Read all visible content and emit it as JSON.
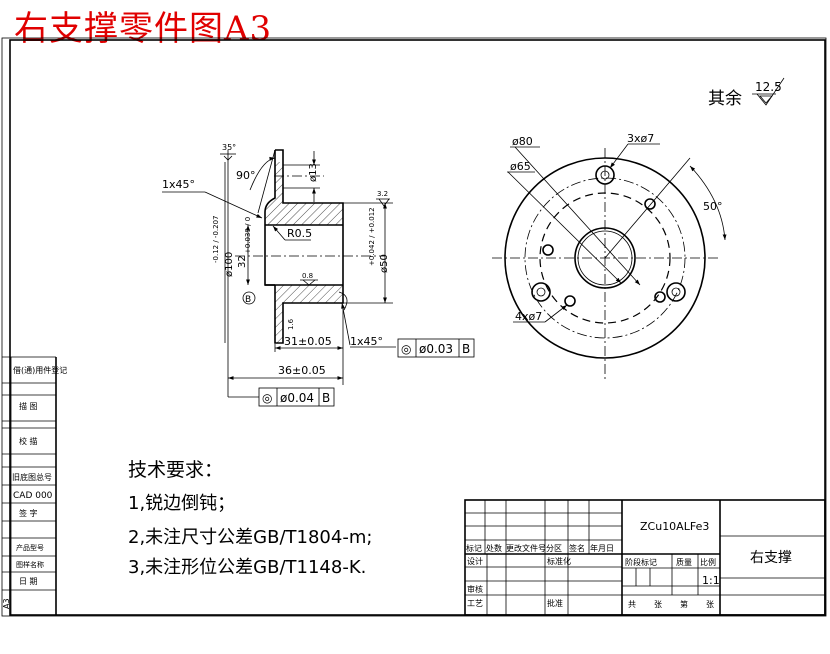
{
  "header": {
    "title": "右支撑零件图A3"
  },
  "drawing": {
    "roughness_note": "其余",
    "roughness_value": "12.5",
    "tech_heading": "技术要求：",
    "tech_items": [
      "1,锐边倒钝；",
      "2,未注尺寸公差GB/T1804-m;",
      "3,未注形位公差GB/T1148-K."
    ],
    "section_dims": {
      "angle_top": "35°",
      "angle_90": "90°",
      "chamfer_top": "1x45°",
      "chamfer_bottom": "1x45°",
      "radius": "R0.5",
      "hole": "ø13",
      "dia_100": "ø100",
      "dia_100_tol": "-0.12 / -0.207",
      "dia_32": "32",
      "dia_32_tol": "+0.039 / 0",
      "dia_50": "ø50",
      "dia_50_tol": "+0.042 / +0.012",
      "rough_1": "3.2",
      "rough_2": "0.8",
      "rough_3": "1.6",
      "len_31": "31±0.05",
      "len_36": "36±0.05",
      "datum": "B",
      "tol_1_sym": "◎",
      "tol_1_val": "ø0.03",
      "tol_1_ref": "B",
      "tol_2_sym": "◎",
      "tol_2_val": "ø0.04",
      "tol_2_ref": "B"
    },
    "front_view": {
      "d80": "ø80",
      "d65": "ø65",
      "holes_top": "3xø7",
      "holes_bottom": "4xø7",
      "angle": "50°"
    }
  },
  "sidebar": {
    "rows": [
      "借(通)用件登记",
      "描 图",
      "校 描",
      "旧底图总号",
      "CAD 000",
      "签 字",
      "产品型号",
      "图样名称",
      "日 期"
    ],
    "corner": "A3"
  },
  "title_block": {
    "material": "ZCu10ALFe3",
    "part_name": "右支撑",
    "rev_headers": [
      "标记",
      "处数",
      "更改文件号",
      "分区",
      "签名",
      "年月日"
    ],
    "row_design": "设计",
    "row_standard": "标准化",
    "row_review": "审核",
    "row_process": "工艺",
    "row_approve": "批准",
    "stage_headers": [
      "阶段标记",
      "质量",
      "比例"
    ],
    "scale": "1:1",
    "sheets": [
      "共",
      "张",
      "第",
      "张"
    ]
  }
}
